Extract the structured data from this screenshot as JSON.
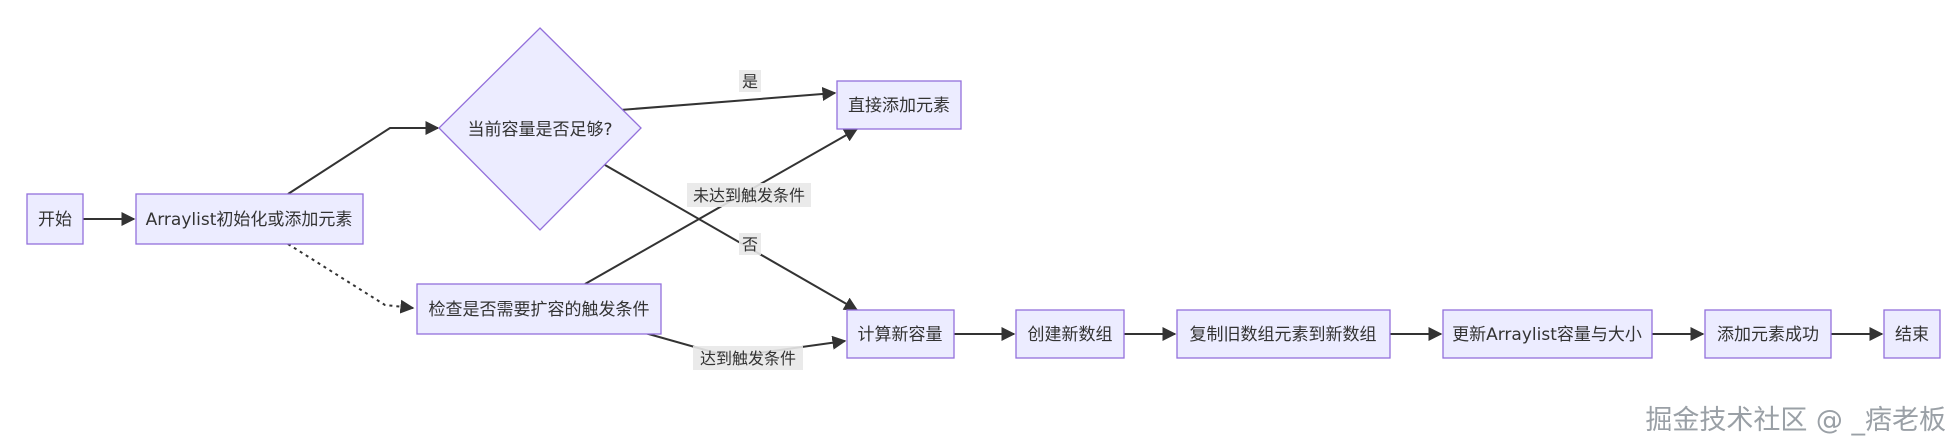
{
  "nodes": {
    "start": "开始",
    "init": "Arraylist初始化或添加元素",
    "decision": "当前容量是否足够?",
    "add_direct": "直接添加元素",
    "check": "检查是否需要扩容的触发条件",
    "calc": "计算新容量",
    "create": "创建新数组",
    "copy": "复制旧数组元素到新数组",
    "update": "更新Arraylist容量与大小",
    "success": "添加元素成功",
    "end": "结束"
  },
  "edge_labels": {
    "yes": "是",
    "no": "否",
    "not_triggered": "未达到触发条件",
    "triggered": "达到触发条件"
  },
  "watermark": "掘金技术社区 @ _痞老板",
  "colors": {
    "node_fill": "#ececff",
    "node_stroke": "#9370db",
    "edge": "#333333",
    "label_bg": "#e8e8e8"
  }
}
